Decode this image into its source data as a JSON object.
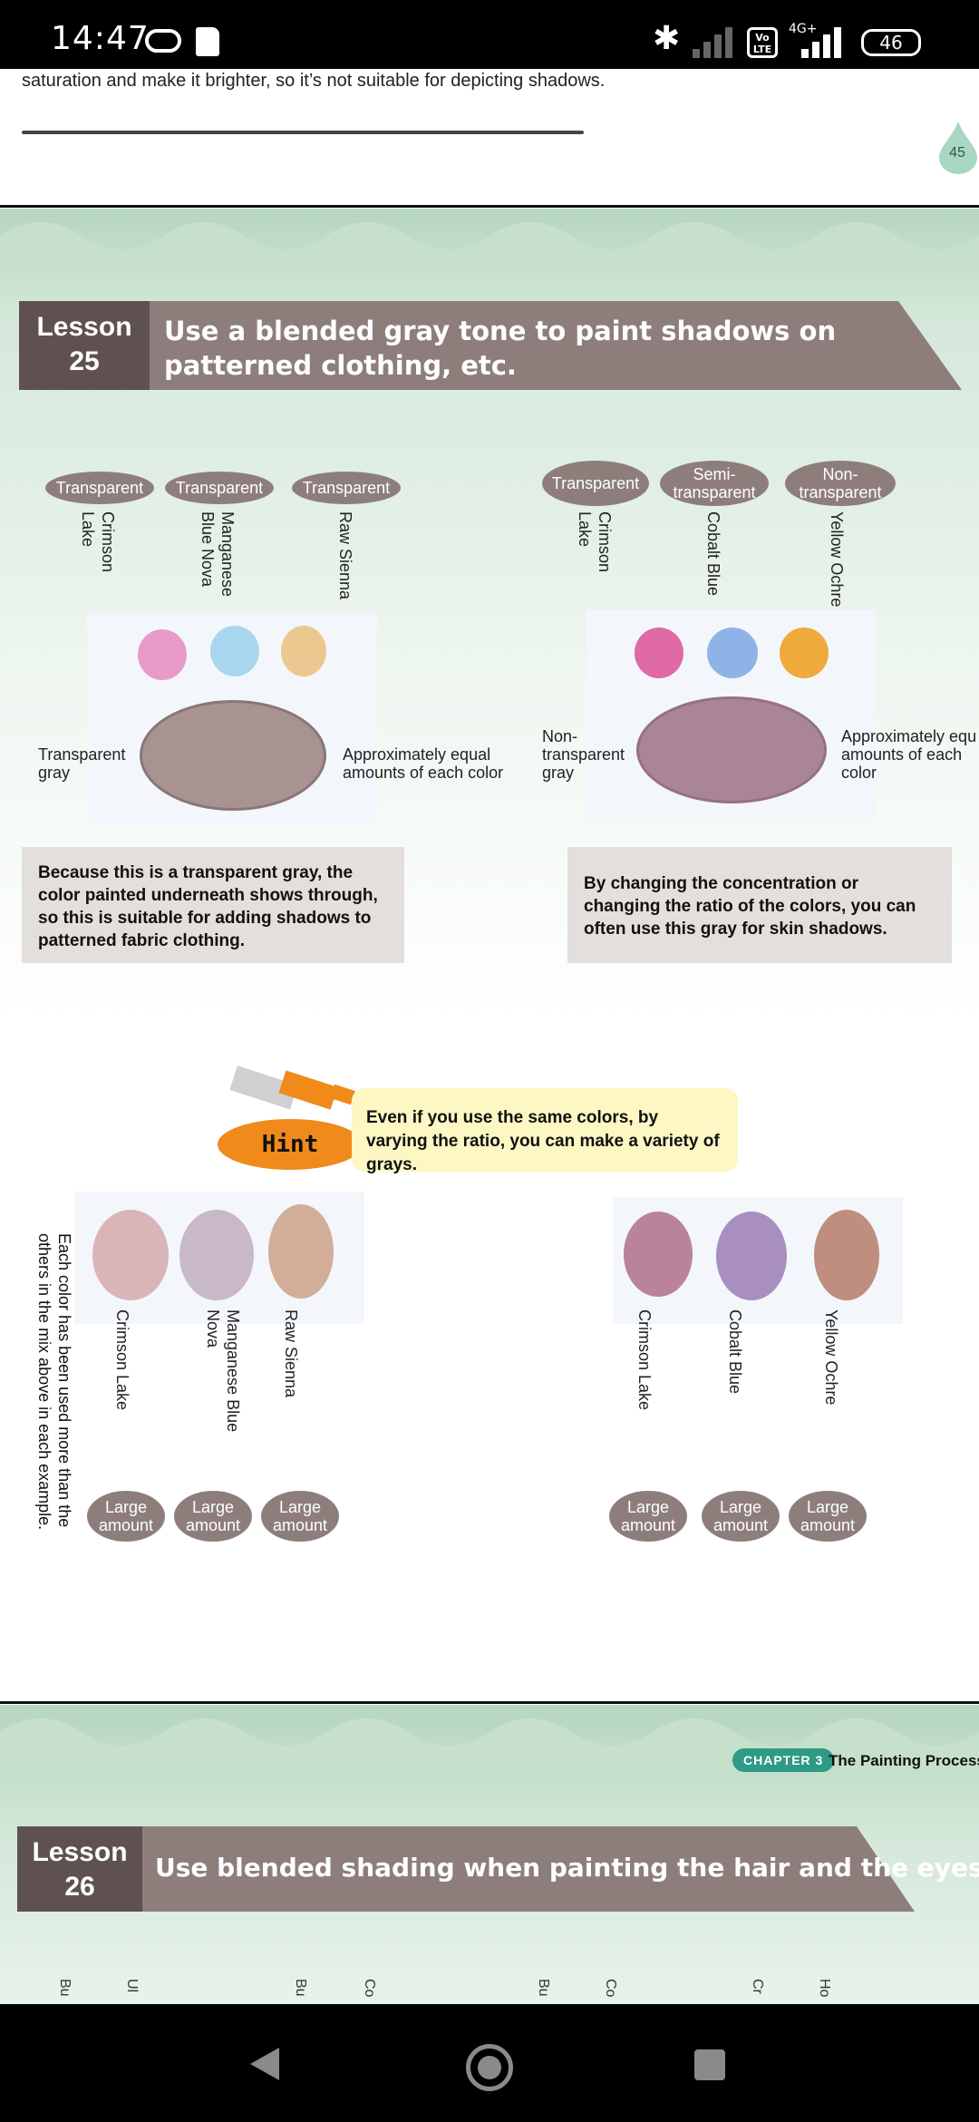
{
  "status_bar": {
    "time": "14:47",
    "volte": "Vo LTE",
    "network": "4G+",
    "battery": "46"
  },
  "prev_page": {
    "text": "saturation and make it brighter, so it’s not suitable for depicting shadows.",
    "page_number": "45"
  },
  "lesson25": {
    "label": "Lesson",
    "number": "25",
    "title": "Use a blended gray tone to paint shadows on patterned clothing, etc.",
    "left_example": {
      "pills": [
        "Transparent",
        "Transparent",
        "Transparent"
      ],
      "colors": [
        "Crimson Lake",
        "Manganese Blue Nova",
        "Raw Sienna"
      ],
      "left_label": "Transparent gray",
      "right_label": "Approximately equal amounts of each color",
      "note": "Because this is a transparent gray, the color painted underneath shows through, so this is suitable for adding shadows to patterned fabric clothing."
    },
    "right_example": {
      "pills": [
        "Transparent",
        "Semi-transparent",
        "Non-transparent"
      ],
      "colors": [
        "Crimson Lake",
        "Cobalt Blue",
        "Yellow Ochre"
      ],
      "left_label": "Non-transparent gray",
      "right_label": "Approximately equal amounts of each color",
      "note": "By changing the concentration or changing the ratio of the colors, you can often use this gray for skin shadows."
    },
    "hint": {
      "badge": "Hint",
      "text": "Even if you use the same colors, by varying the ratio, you can make a variety of grays."
    },
    "side_note": "Each color has been used more than the others in the mix above in each example.",
    "left_variations": {
      "colors": [
        "Crimson Lake",
        "Manganese Blue Nova",
        "Raw Sienna"
      ],
      "pills": [
        "Large amount",
        "Large amount",
        "Large amount"
      ]
    },
    "right_variations": {
      "colors": [
        "Crimson Lake",
        "Cobalt Blue",
        "Yellow Ochre"
      ],
      "pills": [
        "Large amount",
        "Large amount",
        "Large amount"
      ]
    }
  },
  "next_page": {
    "chapter_tag": "CHAPTER 3",
    "chapter_title": "The Painting Process",
    "lesson_label": "Lesson",
    "lesson_number": "26",
    "title": "Use blended shading when painting the hair and the eyes",
    "cut_labels": [
      "Bu",
      "Ul",
      "Bu",
      "Co",
      "Bu",
      "Co",
      "Cr",
      "Ho"
    ]
  },
  "colors": {
    "lesson_dark": "#5f5150",
    "lesson_light": "#8d7e7c",
    "green_band": "#b5d6bf",
    "note_bg": "#e3dfdd",
    "hint_bg": "#fdf7c3",
    "chapter_green": "#2f9a86"
  }
}
